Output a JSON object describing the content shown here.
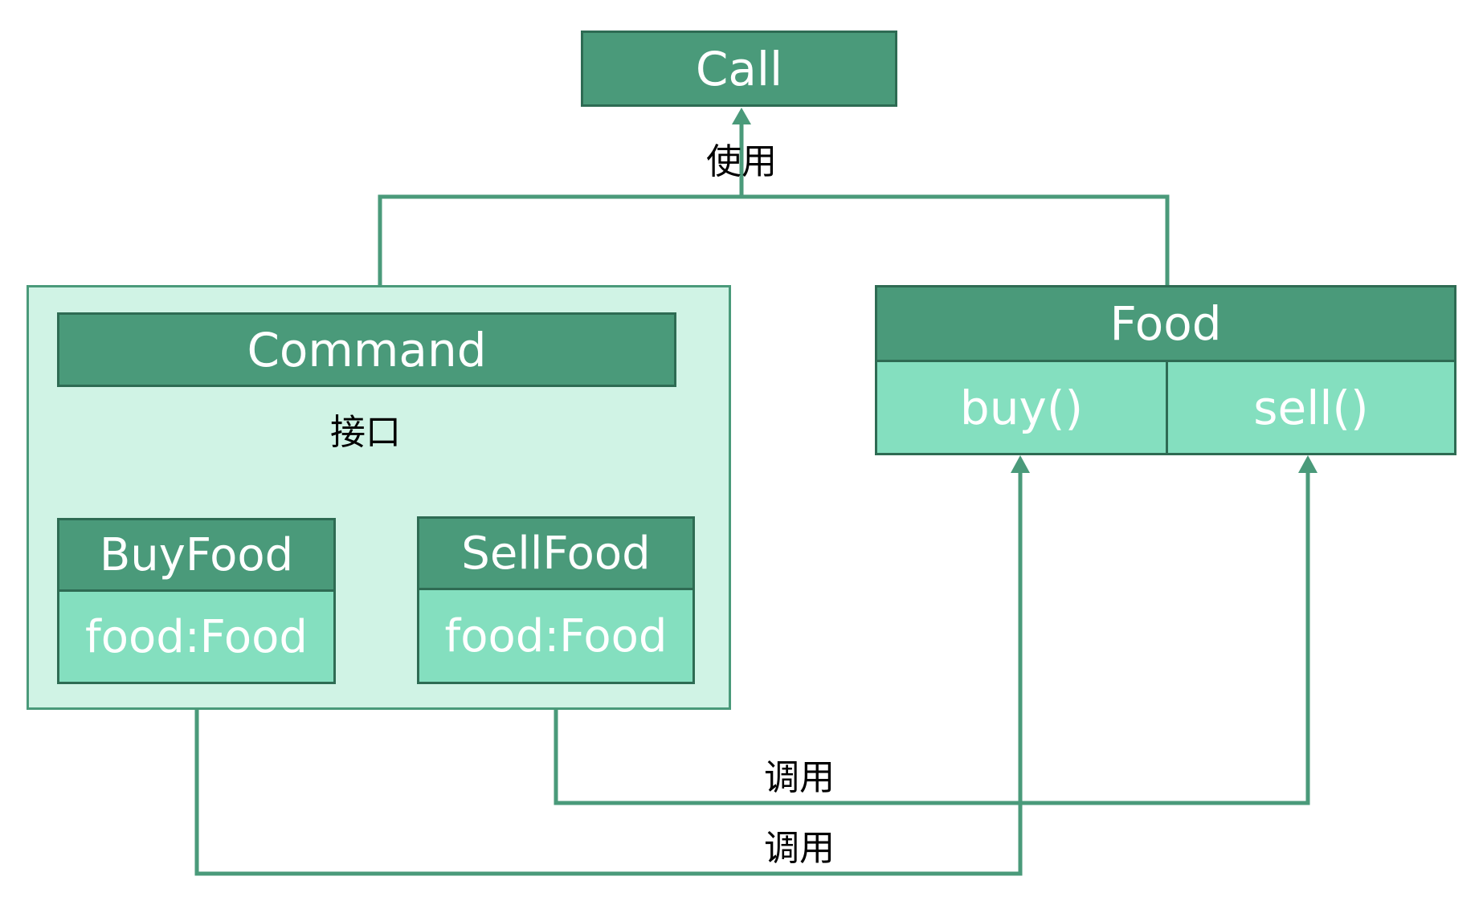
{
  "boxes": {
    "call": "Call",
    "command": "Command",
    "buyfood": "BuyFood",
    "buyfood_field": "food:Food",
    "sellfood": "SellFood",
    "sellfood_field": "food:Food",
    "food": "Food",
    "food_buy": "buy()",
    "food_sell": "sell()"
  },
  "edge_labels": {
    "use": "使用",
    "interface": "接口",
    "invoke_sell": "调用",
    "invoke_buy": "调用"
  },
  "colors": {
    "box_dark": "#4a9a7a",
    "box_light": "#84dfbf",
    "container_bg": "#d0f3e5",
    "edge": "#4a9a7a",
    "interface_edge": "#8cc05a"
  }
}
